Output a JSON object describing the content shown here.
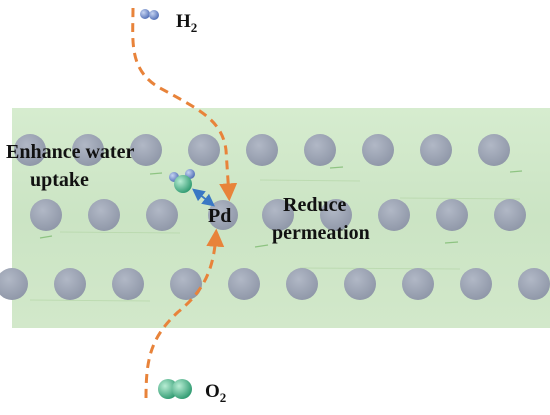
{
  "labels": {
    "h2_main": "H",
    "h2_sub": "2",
    "o2_main": "O",
    "o2_sub": "2",
    "enhance_line1": "Enhance water",
    "enhance_line2": "uptake",
    "pd": "Pd",
    "reduce_line1": "Reduce",
    "reduce_line2": "permeation"
  },
  "colors": {
    "membrane": "#cfe6c8",
    "pore": "#9aa2b3",
    "pd_particle": "#8f97a8",
    "path": "#e8833a",
    "h2_molecule": "#6a86c8",
    "o2_molecule": "#4fb38a",
    "water_oxygen": "#3fa98b",
    "water_hydrogen": "#6a86c8",
    "arrow": "#3a78c4",
    "text": "#111111"
  },
  "icons": {
    "h2": "h2-molecule-icon",
    "o2": "o2-molecule-icon",
    "water": "water-molecule-icon"
  }
}
